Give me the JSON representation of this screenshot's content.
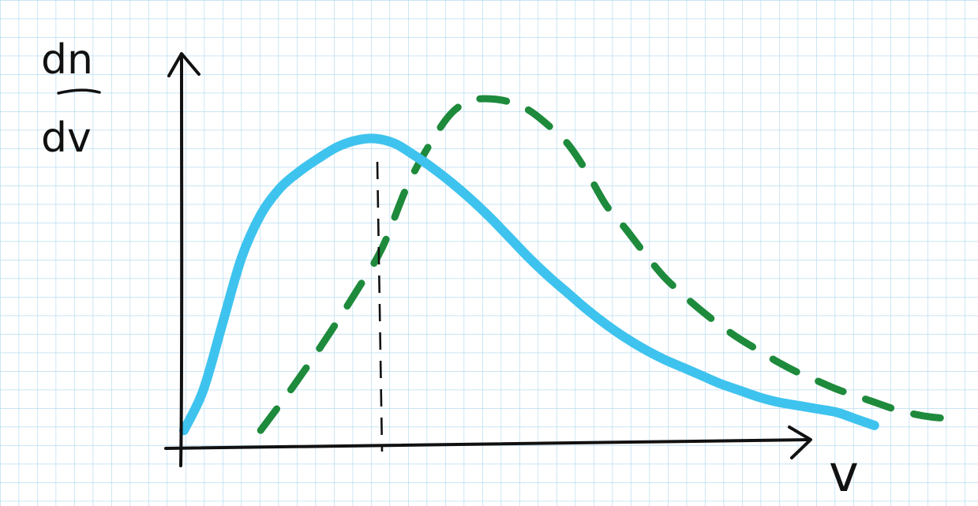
{
  "chart_data": {
    "type": "line",
    "xlabel": "v",
    "ylabel": {
      "numerator": "dn",
      "denominator": "dv"
    },
    "grid": true,
    "legend": "none",
    "xlim": [
      0,
      10
    ],
    "ylim": [
      0,
      10
    ],
    "peak_marker_x": 3.0,
    "series": [
      {
        "style": "solid",
        "color": "#3ec3ee",
        "x": [
          0.0,
          0.3,
          0.6,
          0.9,
          1.2,
          1.5,
          1.8,
          2.1,
          2.4,
          2.7,
          3.0,
          3.3,
          3.6,
          3.9,
          4.2,
          4.5,
          4.8,
          5.1,
          5.4,
          5.7,
          6.0,
          6.3,
          6.6,
          6.9,
          7.2,
          7.5,
          7.8,
          8.1,
          8.4,
          8.7,
          9.0,
          9.3,
          9.6,
          9.9,
          10.2,
          10.5,
          10.8
        ],
        "y": [
          0.4,
          1.6,
          3.6,
          5.6,
          6.9,
          7.7,
          8.2,
          8.6,
          8.95,
          9.15,
          9.2,
          9.05,
          8.7,
          8.3,
          7.85,
          7.35,
          6.8,
          6.2,
          5.6,
          5.05,
          4.55,
          4.05,
          3.6,
          3.2,
          2.85,
          2.55,
          2.3,
          2.05,
          1.8,
          1.6,
          1.4,
          1.25,
          1.15,
          1.05,
          0.95,
          0.75,
          0.55
        ]
      },
      {
        "style": "dashed",
        "color": "#1e8a3c",
        "x": [
          1.2,
          1.7,
          2.2,
          2.7,
          3.1,
          3.5,
          3.9,
          4.2,
          4.5,
          4.8,
          5.1,
          5.4,
          5.7,
          6.0,
          6.3,
          6.6,
          6.9,
          7.2,
          7.5,
          7.8,
          8.1,
          8.4,
          8.7,
          9.0,
          9.3,
          9.6,
          9.9,
          10.2,
          10.5,
          10.8,
          11.1,
          11.4,
          11.7,
          12.0
        ],
        "y": [
          0.4,
          1.7,
          3.1,
          4.6,
          5.9,
          7.8,
          9.2,
          10.0,
          10.35,
          10.4,
          10.3,
          10.05,
          9.6,
          9.05,
          8.2,
          7.2,
          6.5,
          5.75,
          5.05,
          4.5,
          4.0,
          3.55,
          3.15,
          2.8,
          2.45,
          2.15,
          1.9,
          1.65,
          1.45,
          1.25,
          1.05,
          0.9,
          0.8,
          0.75
        ]
      }
    ]
  }
}
